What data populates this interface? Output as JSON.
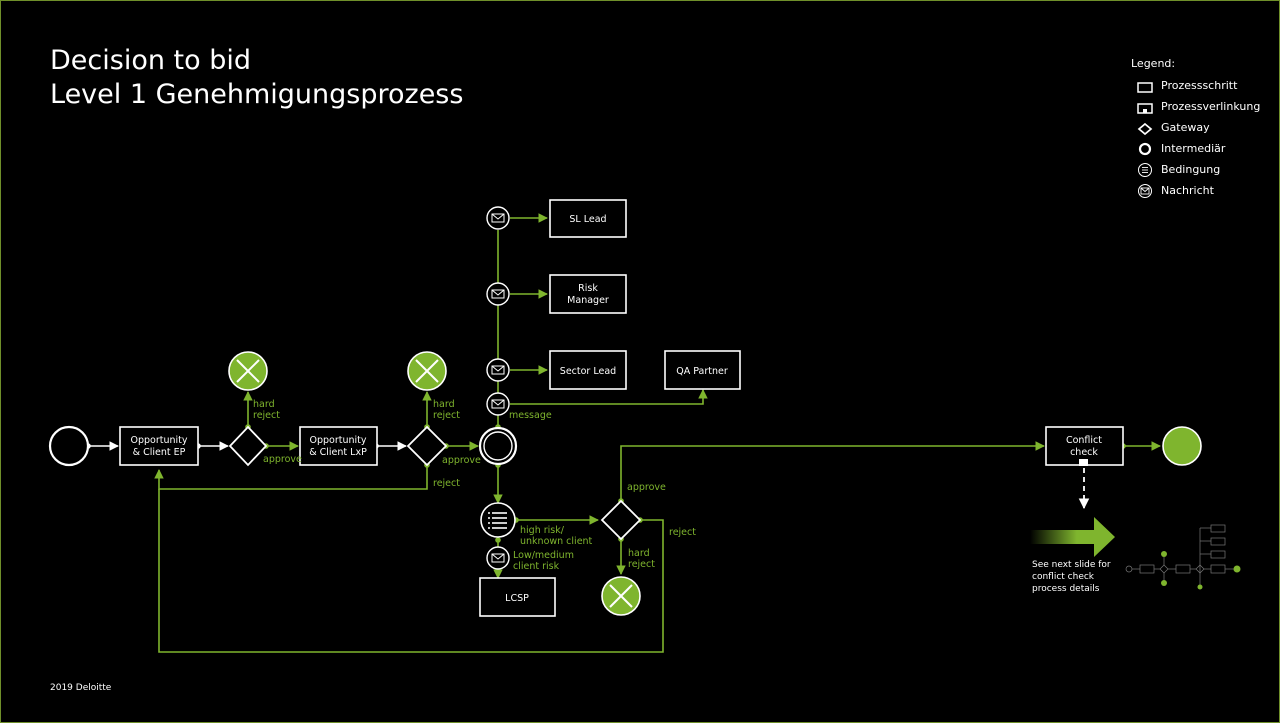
{
  "title": {
    "line1": "Decision to bid",
    "line2": "Level 1 Genehmigungsprozess"
  },
  "legend": {
    "heading": "Legend:",
    "items": [
      {
        "label": "Prozessschritt",
        "icon": "rect-icon"
      },
      {
        "label": "Prozessverlinkung",
        "icon": "linked-rect-icon"
      },
      {
        "label": "Gateway",
        "icon": "diamond-icon"
      },
      {
        "label": "Intermediär",
        "icon": "ring-icon"
      },
      {
        "label": "Bedingung",
        "icon": "condition-icon"
      },
      {
        "label": "Nachricht",
        "icon": "envelope-icon"
      }
    ]
  },
  "nodes": {
    "opp_ep": [
      "Opportunity",
      "& Client EP"
    ],
    "opp_lxp": [
      "Opportunity",
      "& Client LxP"
    ],
    "sl_lead": "SL Lead",
    "risk_manager": [
      "Risk",
      "Manager"
    ],
    "sector_lead": "Sector Lead",
    "qa_partner": "QA Partner",
    "lcsp": "LCSP",
    "conflict_check": [
      "Conflict",
      "check"
    ]
  },
  "labels": {
    "hard_reject": [
      "hard",
      "reject"
    ],
    "approve": "approve",
    "reject": "reject",
    "message": "message",
    "high_risk": [
      "high risk/",
      "unknown client"
    ],
    "low_risk": [
      "Low/medium",
      "client risk"
    ],
    "see_next": [
      "See next slide for",
      "conflict check",
      "process details"
    ]
  },
  "footer": "2019 Deloitte",
  "colors": {
    "accent": "#7fb52e",
    "foreground": "#ffffff",
    "background": "#000000"
  }
}
